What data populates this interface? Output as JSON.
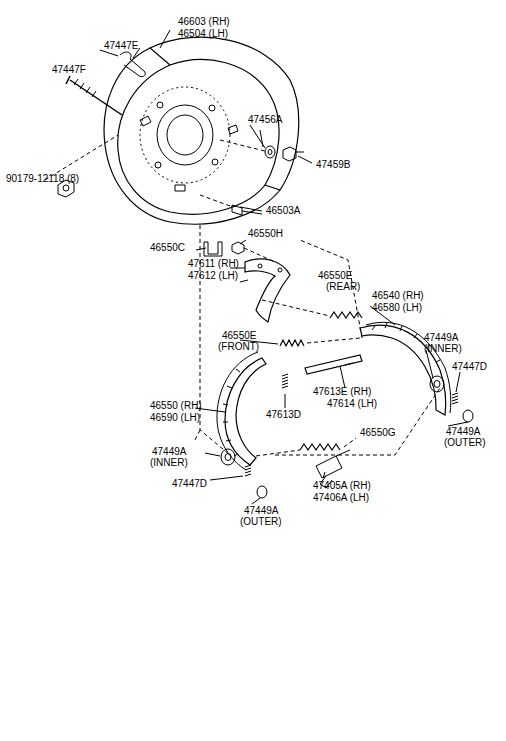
{
  "diagram": {
    "labels": [
      "46603 (RH)",
      "46504 (LH)",
      "47447E",
      "47447F",
      "90179-12118 (8)",
      "47456A",
      "47459B",
      "46503A",
      "46550C",
      "46550H",
      "47611 (RH)",
      "47612 (LH)",
      "46550E",
      "(REAR)",
      "46540 (RH)",
      "46580 (LH)",
      "46550E",
      "(FRONT)",
      "47449A",
      "(INNER)",
      "47447D",
      "47613E (RH)",
      "47614 (LH)",
      "47613D",
      "46550 (RH)",
      "46590 (LH)",
      "47449A",
      "(OUTER)",
      "46550G",
      "47449A",
      "(INNER)",
      "47447D",
      "47405A (RH)",
      "47406A (LH)",
      "47449A",
      "(OUTER)"
    ]
  }
}
